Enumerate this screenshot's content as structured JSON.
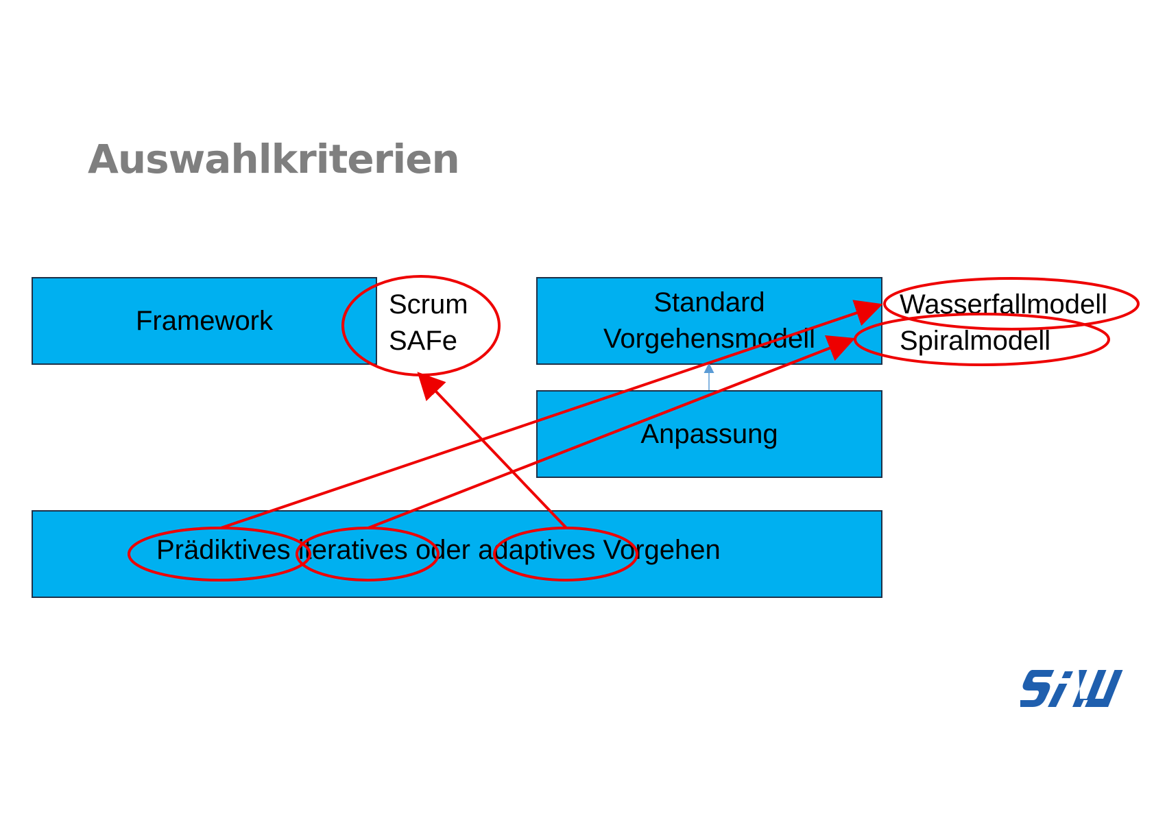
{
  "title": "Auswahlkriterien",
  "boxes": {
    "framework": "Framework",
    "standard_line1": "Standard",
    "standard_line2": "Vorgehensmodell",
    "anpassung": "Anpassung",
    "vorgehen": {
      "praediktives": "Prädiktives",
      "iteratives": "iteratives",
      "oder": "oder",
      "adaptives": "adaptives",
      "vorgehen": "Vorgehen"
    }
  },
  "frameworks": [
    "Scrum",
    "SAFe"
  ],
  "models": [
    "Wasserfallmodell",
    "Spiralmodell"
  ],
  "logo_text": "SIW",
  "colors": {
    "box_fill": "#00b0f0",
    "box_border": "#1f3047",
    "annotation_red": "#ee0000",
    "title_gray": "#7f7f7f",
    "connector_blue": "#5b9bd5",
    "logo_blue": "#1f5fae"
  }
}
